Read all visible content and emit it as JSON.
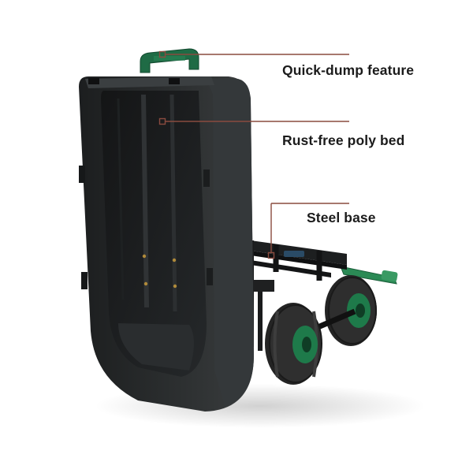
{
  "callouts": [
    {
      "label": "Quick-dump feature"
    },
    {
      "label": "Rust-free poly bed"
    },
    {
      "label": "Steel base"
    }
  ],
  "colors": {
    "background": "#ffffff",
    "callout_line": "#8a4b3f",
    "tub": "#262829",
    "handle": "#1f6b45",
    "hub": "#1e7a4a",
    "tire": "#2a2a2a"
  },
  "image": {
    "subject": "poly dump garden cart"
  }
}
